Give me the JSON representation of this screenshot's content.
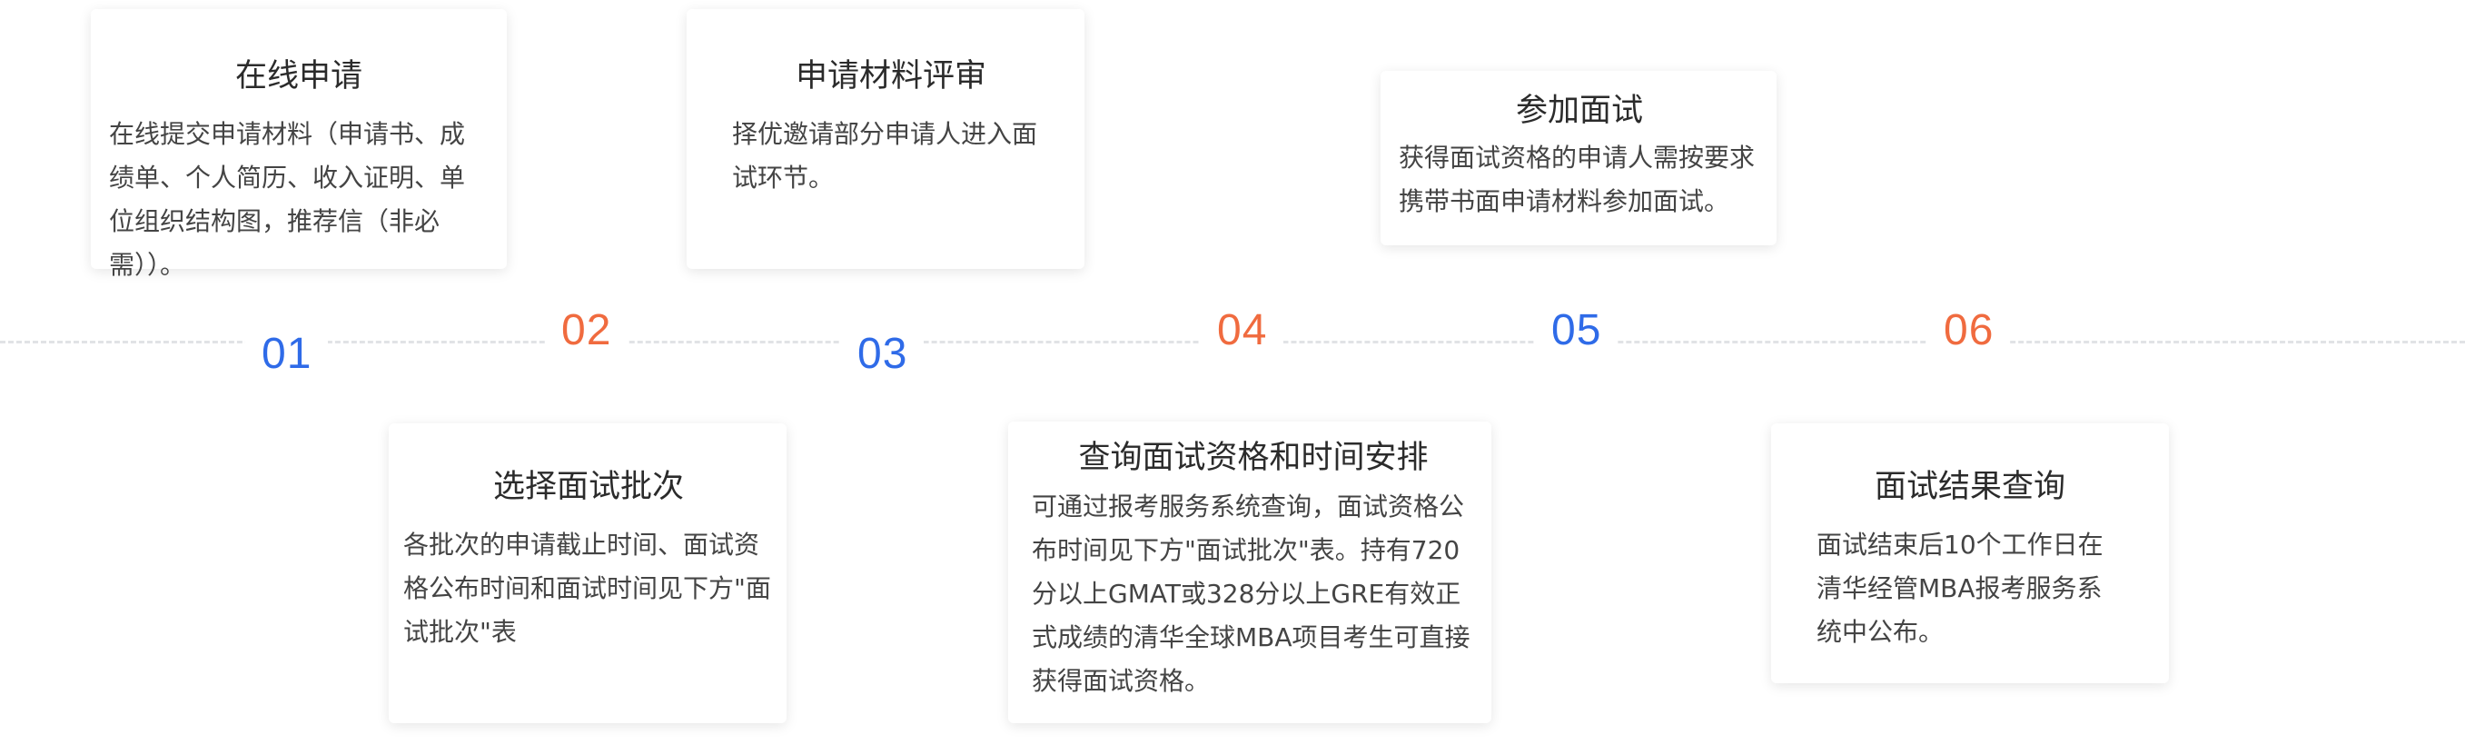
{
  "steps": [
    {
      "number": "01",
      "title": "在线申请",
      "description": "在线提交申请材料（申请书、成绩单、个人简历、收入证明、单位组织结构图，推荐信（非必需））。"
    },
    {
      "number": "02",
      "title": "选择面试批次",
      "description": "各批次的申请截止时间、面试资格公布时间和面试时间见下方\"面试批次\"表"
    },
    {
      "number": "03",
      "title": "申请材料评审",
      "description": "择优邀请部分申请人进入面试环节。"
    },
    {
      "number": "04",
      "title": "查询面试资格和时间安排",
      "description": "可通过报考服务系统查询，面试资格公布时间见下方\"面试批次\"表。持有720分以上GMAT或328分以上GRE有效正式成绩的清华全球MBA项目考生可直接获得面试资格。"
    },
    {
      "number": "05",
      "title": "参加面试",
      "description": "获得面试资格的申请人需按要求携带书面申请材料参加面试。"
    },
    {
      "number": "06",
      "title": "面试结果查询",
      "description": "面试结束后10个工作日在清华经管MBA报考服务系统中公布。"
    }
  ],
  "colors": {
    "number_blue": "#2f6be8",
    "number_orange": "#f06b3f",
    "line": "#e1e3e6"
  }
}
